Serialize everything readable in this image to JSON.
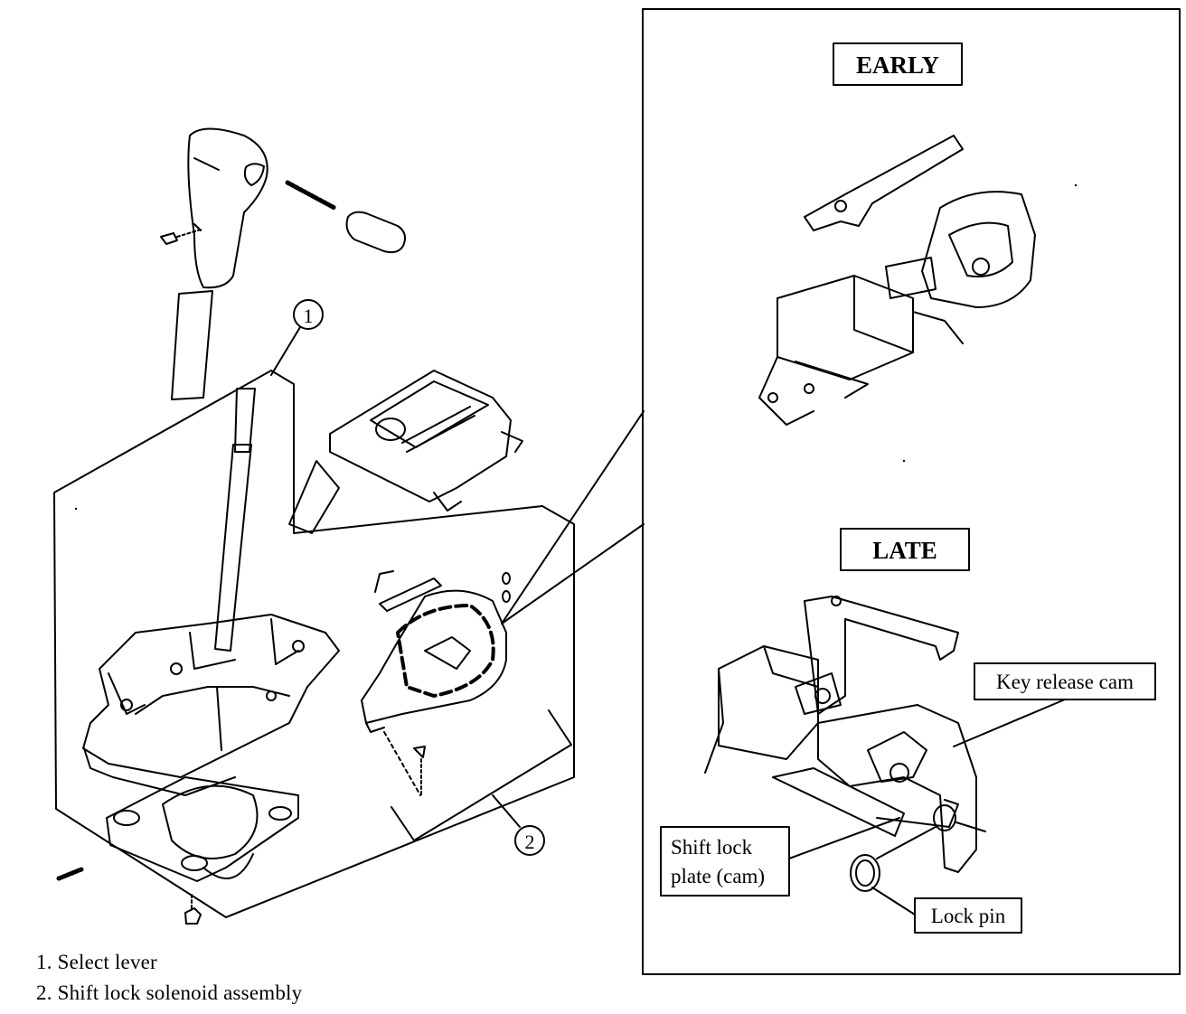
{
  "callouts": {
    "one": "1",
    "two": "2"
  },
  "panel": {
    "early_label": "EARLY",
    "late_label": "LATE",
    "key_release_cam": "Key release cam",
    "shift_lock_plate_line1": "Shift lock",
    "shift_lock_plate_line2": "plate (cam)",
    "lock_pin": "Lock pin"
  },
  "legend": {
    "item1": "1. Select lever",
    "item2": "2. Shift lock solenoid assembly"
  }
}
